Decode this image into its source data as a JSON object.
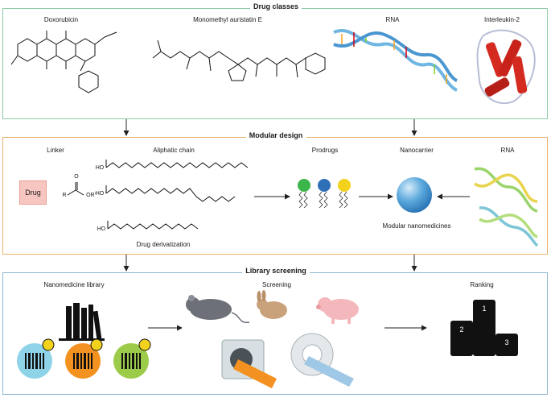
{
  "panels": {
    "drug_classes": {
      "title": "Drug classes",
      "items": [
        "Doxorubicin",
        "Monomethyl auristatin E",
        "RNA",
        "Interleukin-2"
      ]
    },
    "modular_design": {
      "title": "Modular design",
      "linker": "Linker",
      "drug": "Drug",
      "aliphatic_chain": "Aliphatic chain",
      "drug_derivatization": "Drug derivatization",
      "prodrugs": "Prodrugs",
      "nanocarrier": "Nanocarrier",
      "rna": "RNA",
      "modular_nanomedicines": "Modular nanomedicines",
      "chem_labels": {
        "hydroxyl": "HO",
        "oxygen": "O",
        "r_group": "R",
        "ester_or": "OR'"
      }
    },
    "library_screening": {
      "title": "Library screening",
      "nanomedicine_library": "Nanomedicine library",
      "screening": "Screening",
      "ranking": "Ranking",
      "podium": [
        "1",
        "2",
        "3"
      ]
    }
  },
  "colors": {
    "drug_panel": "#8cc9a2",
    "design_panel": "#e9b16c",
    "screening_panel": "#8fb6cf",
    "drug_box": "#f7c6c0",
    "nanoparticle": "#5aa8dc",
    "prodrug_green": "#3cb54a",
    "prodrug_blue": "#2f6fb8",
    "prodrug_yellow": "#f2d21c",
    "protein_red": "#d42a1f",
    "barcode_blue": "#8fd3e8",
    "barcode_orange": "#f39221",
    "barcode_green": "#9ccb4a"
  }
}
